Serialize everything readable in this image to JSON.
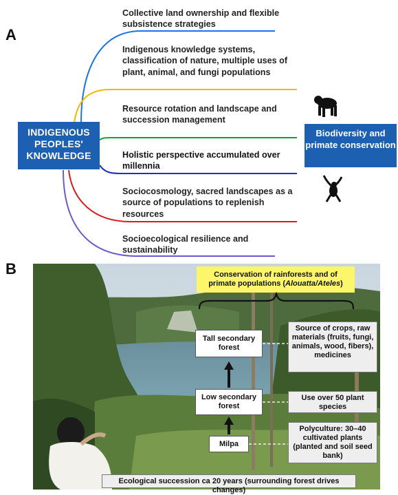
{
  "panels": {
    "a_label": "A",
    "b_label": "B"
  },
  "knowledge_box": {
    "text": "INDIGENOUS PEOPLES' KNOWLEDGE"
  },
  "conservation_box": {
    "text": "Biodiversity and primate conservation"
  },
  "branches": [
    {
      "text": "Collective land ownership and flexible subsistence strategies",
      "color": "#1a73e8"
    },
    {
      "text": "Indigenous knowledge systems, classification of nature, multiple uses of plant, animal, and fungi populations",
      "color": "#f2b705"
    },
    {
      "text": "Resource rotation and landscape and succession management",
      "color": "#1a9e3a"
    },
    {
      "text": "Holistic perspective accumulated over millennia",
      "color": "#1c2fb8"
    },
    {
      "text": "Sociocosmology, sacred landscapes as a source of populations to replenish resources",
      "color": "#d81b1b"
    },
    {
      "text": "Socioecological resilience and sustainability",
      "color": "#6a5acd"
    }
  ],
  "icons": {
    "upper": "primate-walking-icon",
    "lower": "primate-hanging-icon"
  },
  "panel_b": {
    "title_line1": "Conservation of rainforests and of",
    "title_line2": "primate populations (",
    "title_species": "Alouatta/Ateles",
    "title_end": ")",
    "tall_forest": "Tall secondary forest",
    "low_forest": "Low secondary forest",
    "milpa": "Milpa",
    "note_crops": "Source of crops, raw materials (fruits, fungi, animals, wood, fibers), medicines",
    "note_species": "Use over 50 plant species",
    "note_polyculture": "Polyculture: 30–40 cultivated plants (planted and soil seed bank)",
    "caption": "Ecological succession ca 20 years (surrounding forest drives changes)"
  }
}
